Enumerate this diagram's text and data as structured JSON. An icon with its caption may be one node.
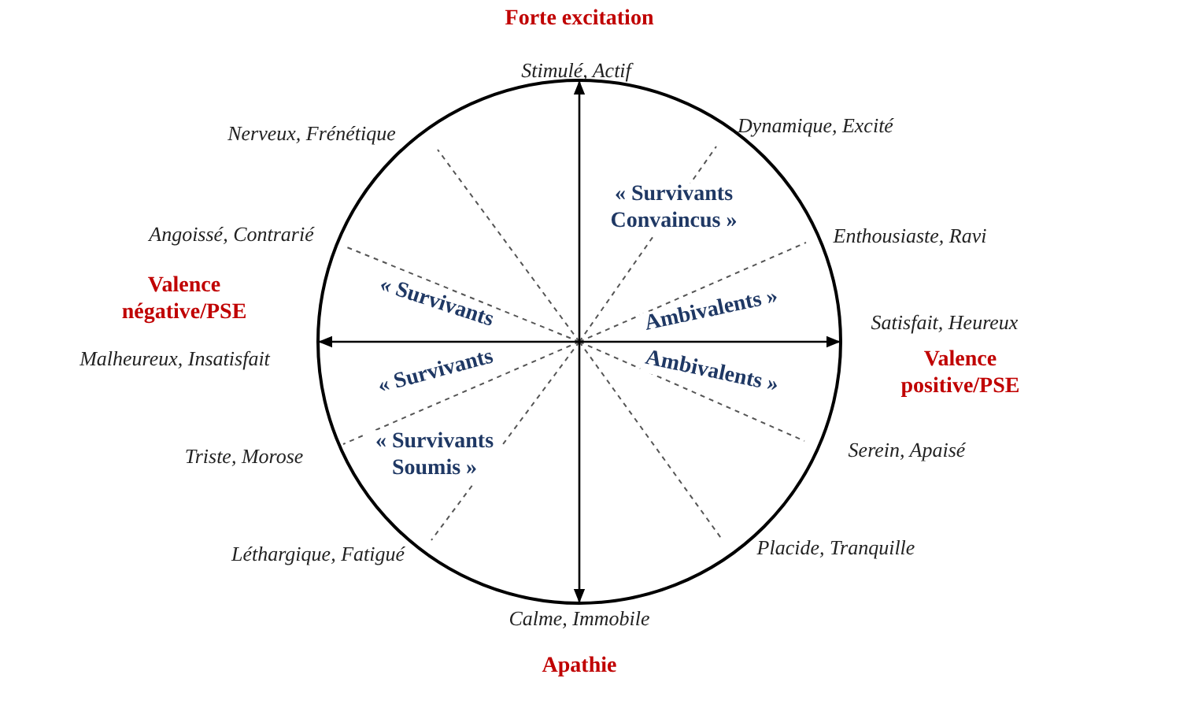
{
  "diagram": {
    "labels": [
      "Forte excitation",
      "Stimulé, Actif",
      "Nerveux, Frénétique",
      "Dynamique, Excité",
      "« Survivants Convaincus »",
      "Angoissé, Contrarié",
      "Enthousiaste, Ravi",
      "Valence négative/PSE",
      "« Survivants",
      "Ambivalents »",
      "Satisfait, Heureux",
      "Malheureux, Insatisfait",
      "« Survivants",
      "Ambivalents »",
      "Valence positive/PSE",
      "Triste, Morose",
      "« Survivants Soumis »",
      "Serein, Apaisé",
      "Léthargique, Fatigué",
      "Placide, Tranquille",
      "Calme, Immobile",
      "Apathie"
    ]
  }
}
